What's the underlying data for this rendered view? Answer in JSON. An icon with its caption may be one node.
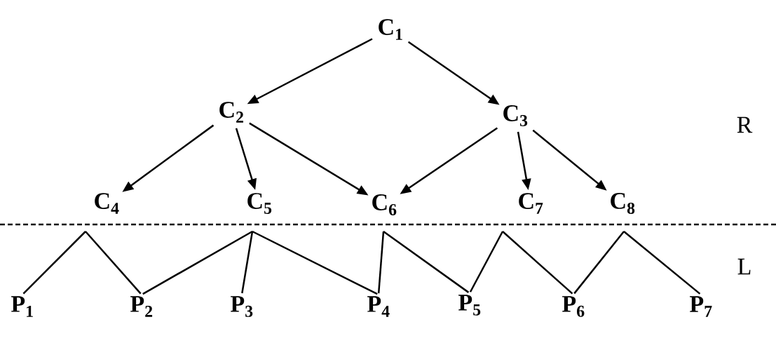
{
  "diagram": {
    "nodes": [
      {
        "text": [
          "C$_{1}$"
        ]
      },
      {
        "text": [
          "C$_{2}$"
        ]
      },
      {
        "text": [
          "C$_{3}$"
        ]
      },
      {
        "text": [
          "C$_{4}$"
        ]
      },
      {
        "text": [
          "C$_{5}$"
        ]
      },
      {
        "text": [
          "C$_{6}$"
        ]
      },
      {
        "text": [
          "C$_{7}$"
        ]
      },
      {
        "text": [
          "C$_{8}$"
        ]
      },
      {
        "text": [
          "P$_{1}$"
        ]
      },
      {
        "text": [
          "P$_{2}$"
        ]
      },
      {
        "text": [
          "P$_{3}$"
        ]
      },
      {
        "text": [
          "P$_{4}$"
        ]
      },
      {
        "text": [
          "P$_{5}$"
        ]
      },
      {
        "text": [
          "P$_{6}$"
        ]
      },
      {
        "text": [
          "P$_{7}$"
        ]
      }
    ],
    "edges": [
      {
        "from": 0,
        "to": 1,
        "arrow": "to"
      },
      {
        "from": 0,
        "to": 2,
        "arrow": "to"
      },
      {
        "from": 1,
        "to": 3,
        "arrow": "to"
      },
      {
        "from": 1,
        "to": 4,
        "arrow": "to"
      },
      {
        "from": 1,
        "to": 5,
        "arrow": "to"
      },
      {
        "from": 2,
        "to": 5,
        "arrow": "to"
      },
      {
        "from": 2,
        "to": 6,
        "arrow": "to"
      },
      {
        "from": 2,
        "to": 7,
        "arrow": "to"
      },
      {
        "from": 3,
        "to": 8,
        "arrow": "none"
      },
      {
        "from": 3,
        "to": 9,
        "arrow": "none"
      },
      {
        "from": 4,
        "to": 9,
        "arrow": "none"
      },
      {
        "from": 4,
        "to": 10,
        "arrow": "none"
      },
      {
        "from": 4,
        "to": 11,
        "arrow": "none"
      },
      {
        "from": 5,
        "to": 11,
        "arrow": "none"
      },
      {
        "from": 5,
        "to": 12,
        "arrow": "none"
      },
      {
        "from": 6,
        "to": 12,
        "arrow": "none"
      },
      {
        "from": 6,
        "to": 13,
        "arrow": "none"
      },
      {
        "from": 7,
        "to": 13,
        "arrow": "none"
      },
      {
        "from": 7,
        "to": 14,
        "arrow": "none"
      }
    ],
    "labels": [
      "R",
      "L"
    ]
  }
}
